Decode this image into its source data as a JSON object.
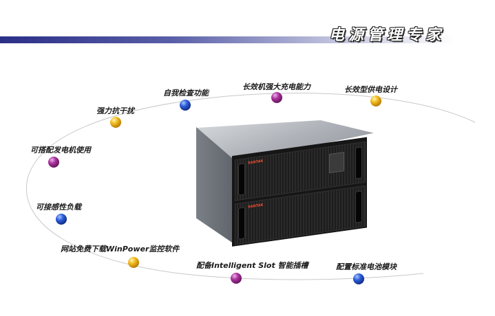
{
  "header": {
    "title": "电源管理专家",
    "bar_gradient": [
      "#2a2f86",
      "#5a5fa8",
      "#b9bcd9",
      "#ffffff"
    ]
  },
  "features": [
    {
      "label": "自我检查功能",
      "orb": "blue"
    },
    {
      "label": "长效机强大充电能力",
      "orb": "purple"
    },
    {
      "label": "长效型供电设计",
      "orb": "gold"
    },
    {
      "label": "强力抗干扰",
      "orb": "gold"
    },
    {
      "label": "可搭配发电机使用",
      "orb": "purple"
    },
    {
      "label": "可接感性负载",
      "orb": "blue"
    },
    {
      "label": "网站免费下载WinPower监控软件",
      "orb": "gold"
    },
    {
      "label": "配备Intelligent Slot 智能插槽",
      "orb": "purple"
    },
    {
      "label": "配置标准电池模块",
      "orb": "blue"
    }
  ],
  "product": {
    "badge": "SANTAK",
    "icon": "ups-cabinet-image"
  },
  "colors": {
    "orb_blue": "#2a5cd8",
    "orb_purple": "#a8309c",
    "orb_gold": "#f0b81c",
    "orbit_line": "#c8c8c8"
  }
}
